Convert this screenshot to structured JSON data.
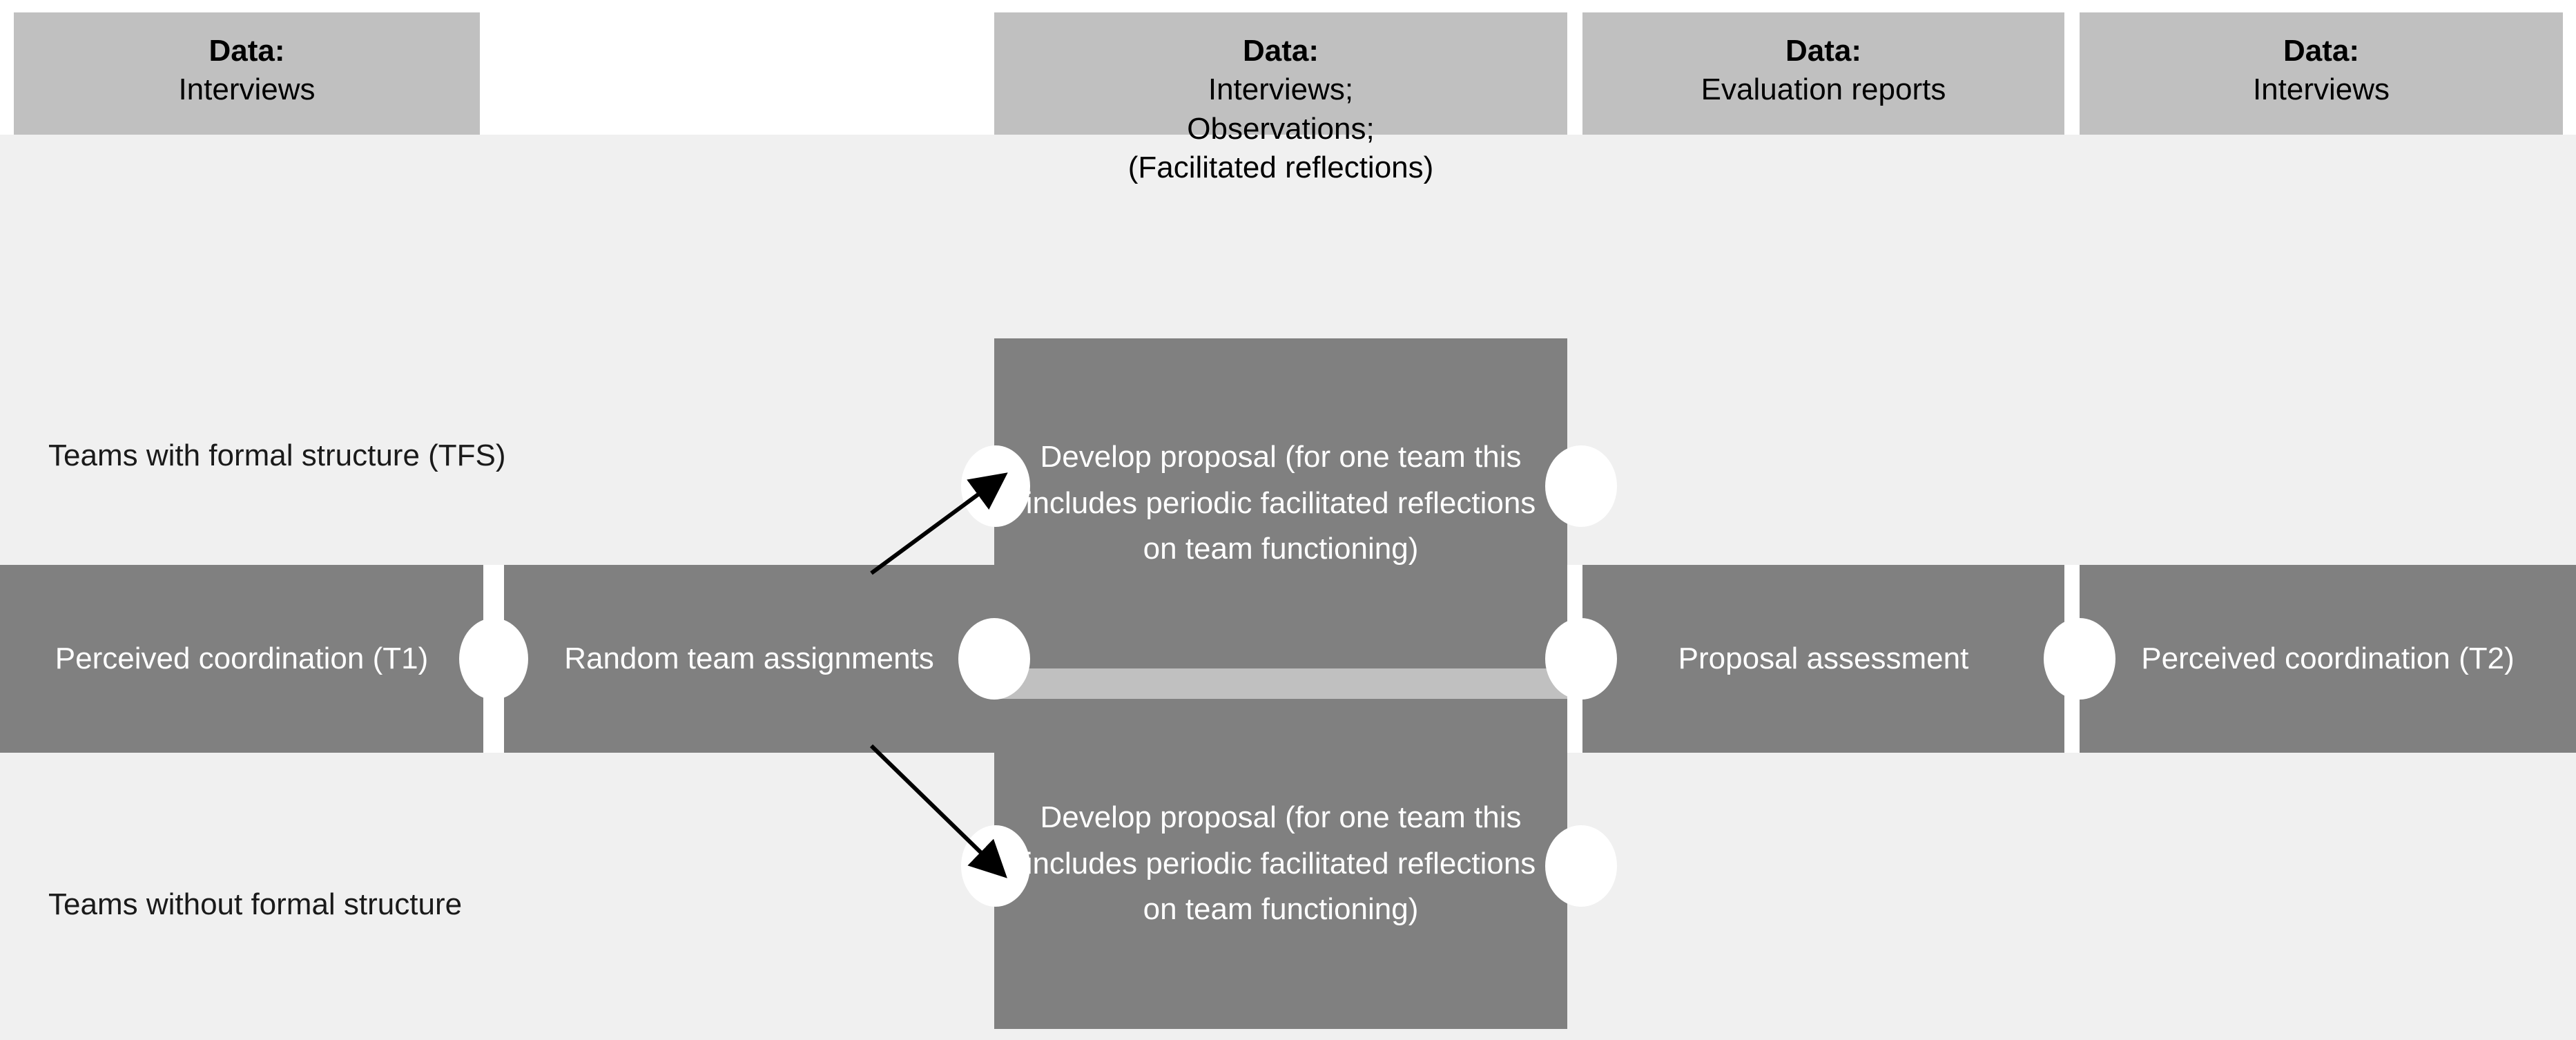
{
  "columns": {
    "headers": [
      {
        "title": "Data:",
        "lines": [
          "Interviews"
        ]
      },
      {
        "title": "Data:",
        "lines": [
          "Interviews;",
          "Observations;",
          "(Facilitated reflections)"
        ]
      },
      {
        "title": "Data:",
        "lines": [
          "Evaluation reports"
        ]
      },
      {
        "title": "Data:",
        "lines": [
          "Interviews"
        ]
      }
    ]
  },
  "rows": {
    "upper_label": "Teams with formal structure (TFS)",
    "lower_label": "Teams without formal structure"
  },
  "steps": {
    "perceived_coordination_t1": "Perceived coordination (T1)",
    "random_team_assignments": "Random team assignments",
    "develop_proposal_upper": "Develop proposal (for one team this includes periodic facilitated reflections on team functioning)",
    "develop_proposal_lower": "Develop proposal (for one team this includes periodic facilitated reflections on team functioning)",
    "proposal_assessment": "Proposal assessment",
    "perceived_coordination_t2": "Perceived coordination (T2)"
  },
  "colors": {
    "header_box": "#c0c0c0",
    "band": "#f0f0f0",
    "step_box": "#808080",
    "step_text": "#ffffff",
    "connector": "#ffffff",
    "arrow": "#000000",
    "page_background": "#ffffff"
  }
}
